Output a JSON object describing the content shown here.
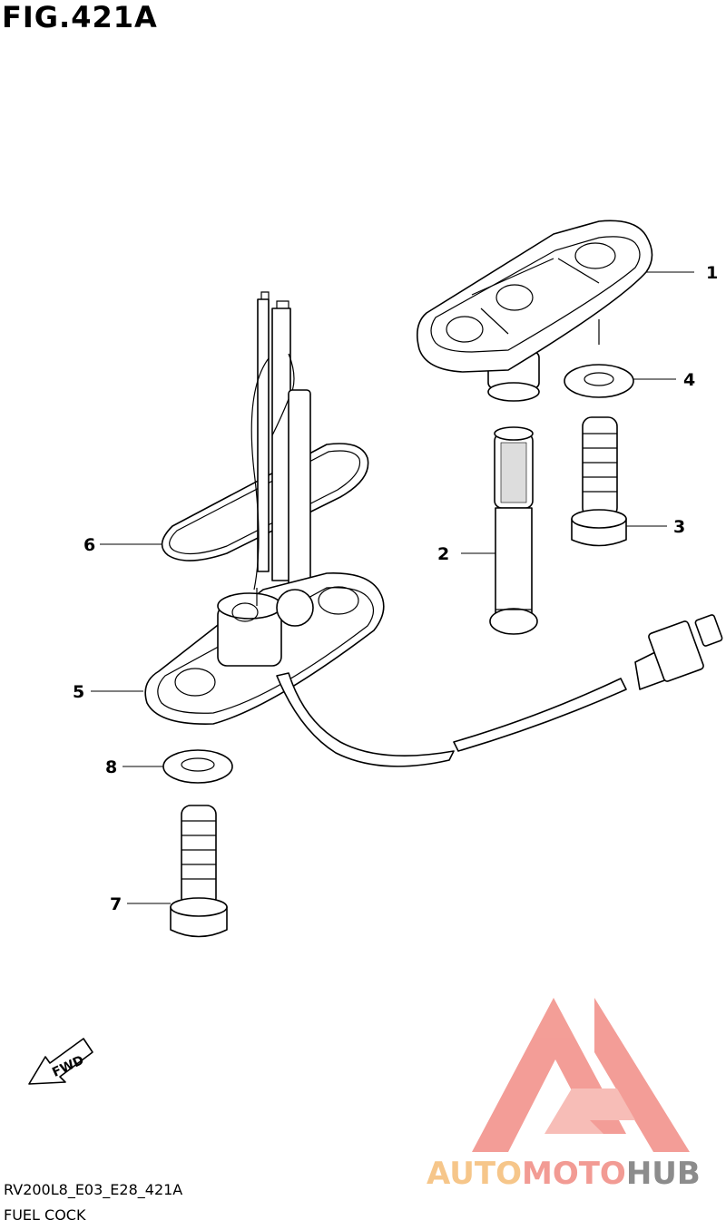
{
  "figure": {
    "title": "FIG.421A",
    "diagram_code": "RV200L8_E03_E28_421A",
    "caption": "FUEL COCK",
    "direction_label": "FWD"
  },
  "callouts": [
    {
      "number": "1"
    },
    {
      "number": "2"
    },
    {
      "number": "3"
    },
    {
      "number": "4"
    },
    {
      "number": "5"
    },
    {
      "number": "6"
    },
    {
      "number": "7"
    },
    {
      "number": "8"
    }
  ],
  "watermark": {
    "part1": "AUTO",
    "part2": "MOTO",
    "part3": "HUB",
    "colors": {
      "auto": "#f6c68a",
      "moto": "#f29b94",
      "hub": "#8c8c8c",
      "mark": "#f2938c"
    }
  }
}
